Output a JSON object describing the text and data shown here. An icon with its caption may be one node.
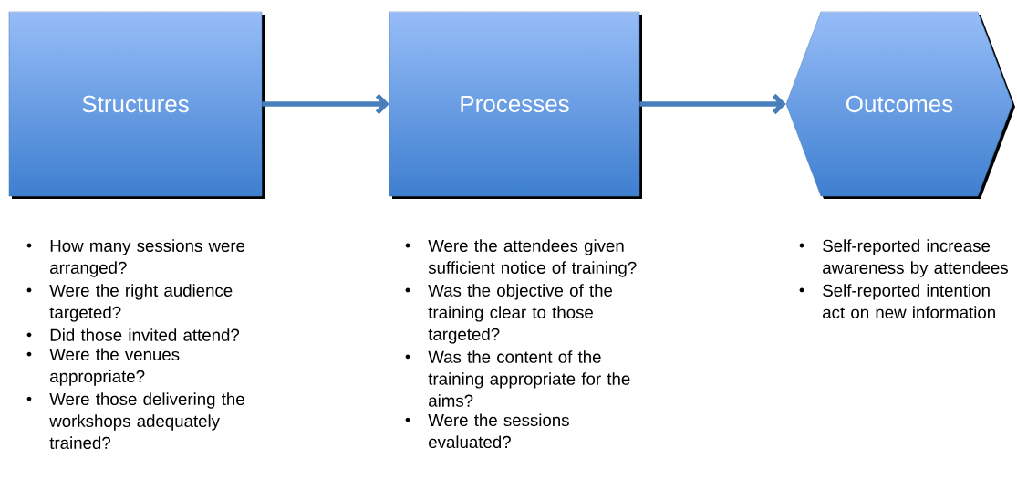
{
  "diagram": {
    "nodes": [
      {
        "text": [
          "Structures"
        ],
        "beside": [
          "How many sessions were arranged?",
          "Were the right audience targeted?",
          "Did those invited attend?",
          "Were the venues appropriate?",
          "Were those delivering the workshops adequately trained?"
        ]
      },
      {
        "text": [
          "Processes"
        ],
        "beside": [
          "Were the attendees given sufficient notice of training?",
          "Was the objective of the training clear to those targeted?",
          "Was the content of the training appropriate for the aims?",
          "Were the sessions evaluated?"
        ]
      },
      {
        "text": [
          "Outcomes"
        ],
        "beside": [
          "Self-reported increase awareness by attendees",
          "Self-reported intention act on new information"
        ]
      }
    ],
    "edges": [
      {
        "from": 0,
        "to": 1,
        "arrow": "to"
      },
      {
        "from": 1,
        "to": 2,
        "arrow": "to"
      }
    ]
  }
}
